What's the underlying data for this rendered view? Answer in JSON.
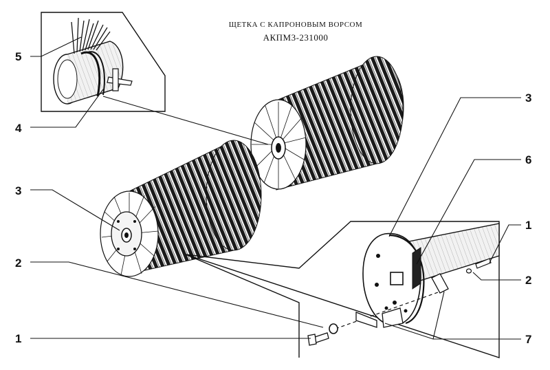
{
  "title": {
    "line1": "ЩЕТКА С КАПРОНОВЫМ ВОРСОМ",
    "line2": "АКПМ3-231000"
  },
  "callouts": [
    {
      "id": "c5-top-left",
      "text": "5"
    },
    {
      "id": "c4-left",
      "text": "4"
    },
    {
      "id": "c3-left",
      "text": "3"
    },
    {
      "id": "c2-left",
      "text": "2"
    },
    {
      "id": "c1-left",
      "text": "1"
    },
    {
      "id": "c3-right",
      "text": "3"
    },
    {
      "id": "c6-right",
      "text": "6"
    },
    {
      "id": "c1-right",
      "text": "1"
    },
    {
      "id": "c2-right",
      "text": "2"
    },
    {
      "id": "c7-right",
      "text": "7"
    }
  ],
  "colors": {
    "ink": "#111111",
    "paper": "#ffffff"
  }
}
